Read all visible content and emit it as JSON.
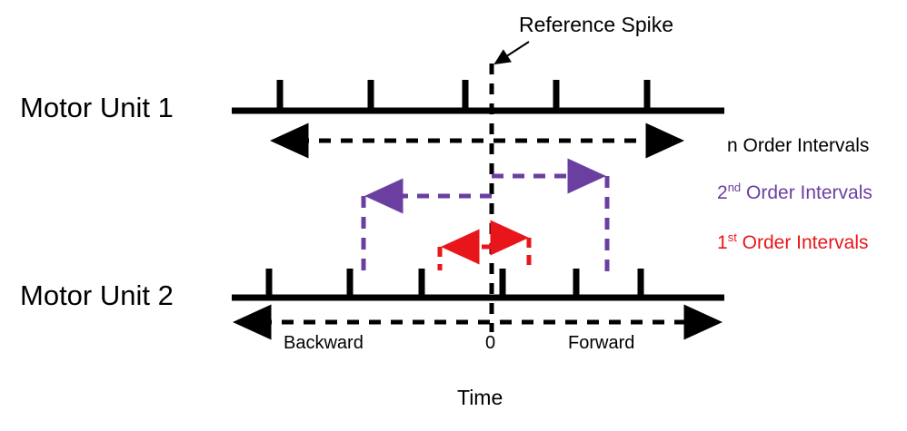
{
  "figure": {
    "title_text": "Reference Spike",
    "background_color": "#FFFFFF"
  },
  "colors": {
    "trace": "#000000",
    "second_order": "#6B3FA0",
    "first_order": "#E8161A",
    "reference_line": "#000000"
  },
  "traces": [
    {
      "label": "Motor Unit 1",
      "baseline_y": 122,
      "spike_x": [
        308,
        408,
        512,
        612,
        712
      ],
      "spike_count": 5
    },
    {
      "label": "Motor Unit 2",
      "baseline_y": 328,
      "spike_x": [
        296,
        385,
        464,
        553,
        634,
        705
      ],
      "spike_count": 6
    }
  ],
  "annotations": {
    "reference_spike": "Reference Spike",
    "n_order": "n Order Intervals",
    "second_order_prefix": "2",
    "second_order_sup": "nd",
    "second_order_rest": " Order Intervals",
    "first_order_prefix": "1",
    "first_order_sup": "st",
    "first_order_rest": " Order Intervals"
  },
  "axis": {
    "backward": "Backward",
    "forward": "Forward",
    "zero": "0",
    "time": "Time"
  },
  "chart_data": {
    "type": "scatter",
    "title": "Reference Spike",
    "xlabel": "Time",
    "ylabel": "",
    "series": [
      {
        "name": "Motor Unit 1",
        "x": [
          308,
          408,
          512,
          612,
          712
        ],
        "y": [
          122,
          122,
          122,
          122,
          122
        ]
      },
      {
        "name": "Motor Unit 2",
        "x": [
          296,
          385,
          464,
          553,
          634,
          705
        ],
        "y": [
          328,
          328,
          328,
          328,
          328
        ]
      }
    ],
    "reference_x": 541,
    "intervals": [
      {
        "order": "n",
        "color": "#000000",
        "from_x": 300,
        "to_x": 750,
        "y": 155,
        "direction": "both"
      },
      {
        "order": "2nd-backward",
        "color": "#6B3FA0",
        "from_x": 541,
        "to_x": 400,
        "y": 216,
        "direction": "backward"
      },
      {
        "order": "2nd-forward",
        "color": "#6B3FA0",
        "from_x": 541,
        "to_x": 668,
        "y": 194,
        "direction": "forward"
      },
      {
        "order": "1st-backward",
        "color": "#E8161A",
        "from_x": 541,
        "to_x": 484,
        "y": 272,
        "direction": "backward"
      },
      {
        "order": "1st-forward",
        "color": "#E8161A",
        "from_x": 541,
        "to_x": 582,
        "y": 262,
        "direction": "forward"
      }
    ],
    "legend": [
      "n Order Intervals",
      "2nd Order Intervals",
      "1st Order Intervals"
    ],
    "legend_position": "right",
    "grid": false,
    "xaxis_ticks": [
      "Backward",
      "0",
      "Forward"
    ]
  }
}
